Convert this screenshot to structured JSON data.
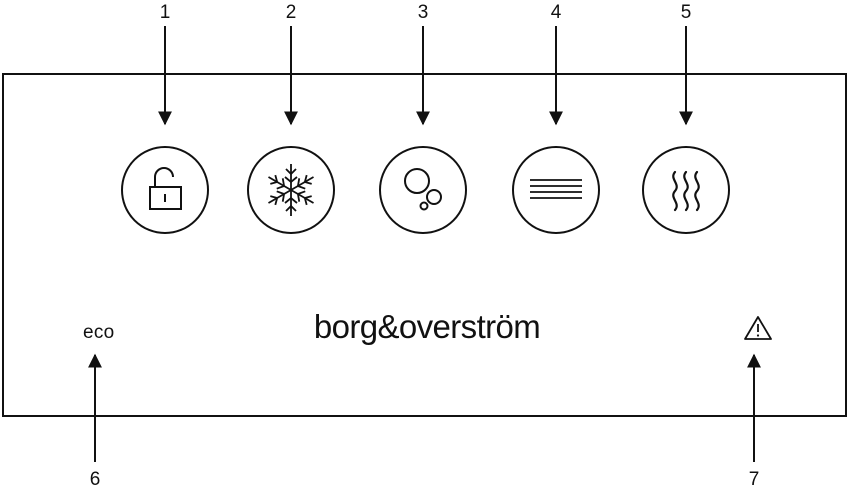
{
  "callouts": {
    "n1": "1",
    "n2": "2",
    "n3": "3",
    "n4": "4",
    "n5": "5",
    "n6": "6",
    "n7": "7"
  },
  "panel": {
    "eco_label": "eco",
    "brand": "borg&overström"
  },
  "buttons": [
    {
      "icon": "unlock-icon"
    },
    {
      "icon": "snowflake-icon"
    },
    {
      "icon": "bubbles-icon"
    },
    {
      "icon": "still-water-lines-icon"
    },
    {
      "icon": "hot-water-waves-icon"
    }
  ],
  "warning": {
    "icon": "warning-triangle-icon"
  },
  "colors": {
    "line": "#111111",
    "background": "#ffffff"
  }
}
